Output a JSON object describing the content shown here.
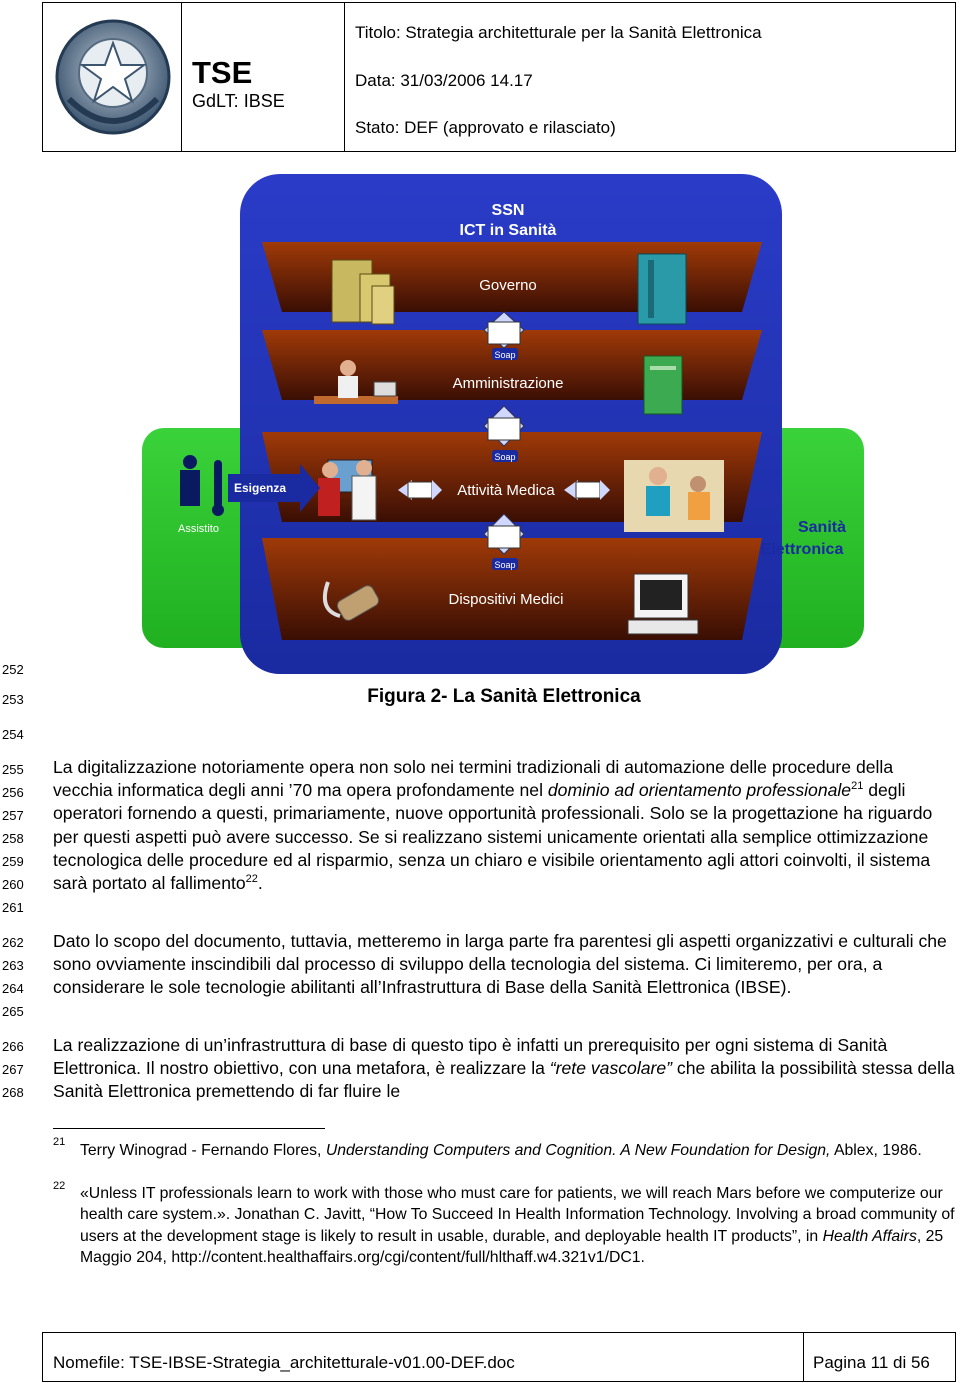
{
  "header": {
    "org": "TSE",
    "group": "GdLT: IBSE",
    "title": "Titolo: Strategia architetturale per la Sanità Elettronica",
    "date": "Data: 31/03/2006 14.17",
    "status": "Stato: DEF (approvato e rilasciato)"
  },
  "figure": {
    "ssn": "SSN",
    "ict": "ICT in Sanità",
    "governo": "Governo",
    "amministrazione": "Amministrazione",
    "attivita": "Attività Medica",
    "dispositivi": "Dispositivi Medici",
    "sanita1": "Sanità",
    "sanita2": "Elettronica",
    "esigenza": "Esigenza",
    "assistito": "Assistito",
    "soap": "Soap"
  },
  "caption": "Figura 2- La Sanità Elettronica",
  "line_numbers": {
    "n252": "252",
    "n253": "253",
    "n254": "254",
    "n255": "255",
    "n256": "256",
    "n257": "257",
    "n258": "258",
    "n259": "259",
    "n260": "260",
    "n261": "261",
    "n262": "262",
    "n263": "263",
    "n264": "264",
    "n265": "265",
    "n266": "266",
    "n267": "267",
    "n268": "268"
  },
  "body": {
    "p1_a": "La digitalizzazione notoriamente opera non solo nei termini tradizionali di automazione delle procedure della vecchia informatica degli anni ’70 ma opera profondamente nel ",
    "p1_i": "dominio ad orientamento professionale",
    "p1_sup": "21",
    "p1_b": " degli operatori fornendo a questi, primariamente, nuove opportunità professionali. Solo se la progettazione ha riguardo per questi aspetti può avere successo. Se si realizzano sistemi unicamente orientati alla semplice ottimizzazione tecnologica delle procedure ed al risparmio, senza un chiaro e visibile orientamento agli attori coinvolti, il sistema sarà portato al fallimento",
    "p1_sup2": "22",
    "p1_end": ".",
    "p2": "Dato lo scopo del documento, tuttavia, metteremo in larga parte fra parentesi gli aspetti organizzativi e culturali che sono ovviamente inscindibili dal processo di sviluppo della tecnologia del sistema. Ci limiteremo, per ora, a considerare le sole tecnologie abilitanti all’Infrastruttura di Base della Sanità Elettronica (IBSE).",
    "p3_a": "La realizzazione di un’infrastruttura di base di questo tipo è infatti un prerequisito per ogni sistema di Sanità Elettronica. Il nostro obiettivo, con una metafora, è realizzare la ",
    "p3_i": "“rete vascolare”",
    "p3_b": " che abilita la possibilità stessa della Sanità Elettronica premettendo di far fluire le"
  },
  "footnotes": {
    "fn21_num": "21",
    "fn21_a": "Terry Winograd - Fernando Flores, ",
    "fn21_i": "Understanding Computers and Cognition. A New Foundation for Design,",
    "fn21_b": " Ablex, 1986.",
    "fn22_num": "22",
    "fn22_a": "«Unless IT professionals learn to work with those who must care for patients, we will reach Mars before we computerize our health care system.». Jonathan C. Javitt, “How To Succeed In Health Information Technology. Involving a broad community of users at the development stage is likely to result in usable, durable, and deployable health IT products”, in ",
    "fn22_i": "Health Affairs",
    "fn22_b": ", 25 Maggio 204, http://content.healthaffairs.org/cgi/content/full/hlthaff.w4.321v1/DC1."
  },
  "footer": {
    "filename": "Nomefile: TSE-IBSE-Strategia_architetturale-v01.00-DEF.doc",
    "page": "Pagina 11 di 56"
  }
}
